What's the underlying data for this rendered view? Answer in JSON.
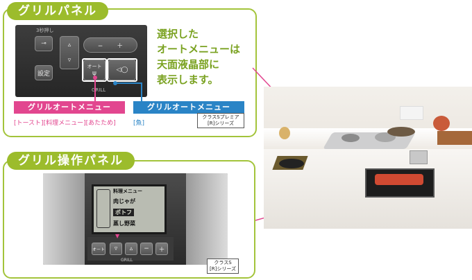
{
  "top_panel": {
    "title": "グリルパネル",
    "callout": "選択した\nオートメニューは\n天面液晶部に\n表示します。",
    "tag_left": "グリルオートメニュー",
    "tag_right": "グリルオートメニュー",
    "sub_left": "[トースト][料理メニュー][あたため]",
    "sub_right": "[魚]",
    "series_line1": "クラスSプレミア",
    "series_line2": "[R]シリーズ",
    "device": {
      "top_label": "3秒押し",
      "key_label": "設定",
      "auto_label": "オート",
      "grill_label": "GRILL"
    }
  },
  "bottom_panel": {
    "title": "グリル操作パネル",
    "series_line1": "クラスS",
    "series_line2": "[R]シリーズ",
    "lcd": {
      "header": "料理メニュー",
      "items": [
        "肉じゃが",
        "ポトフ",
        "蒸し野菜"
      ]
    },
    "device": {
      "auto_label": "オート",
      "grill_label": "GRILL"
    }
  },
  "colors": {
    "green": "#9cbc2c",
    "pink": "#e2468f",
    "blue": "#2a84c6"
  }
}
